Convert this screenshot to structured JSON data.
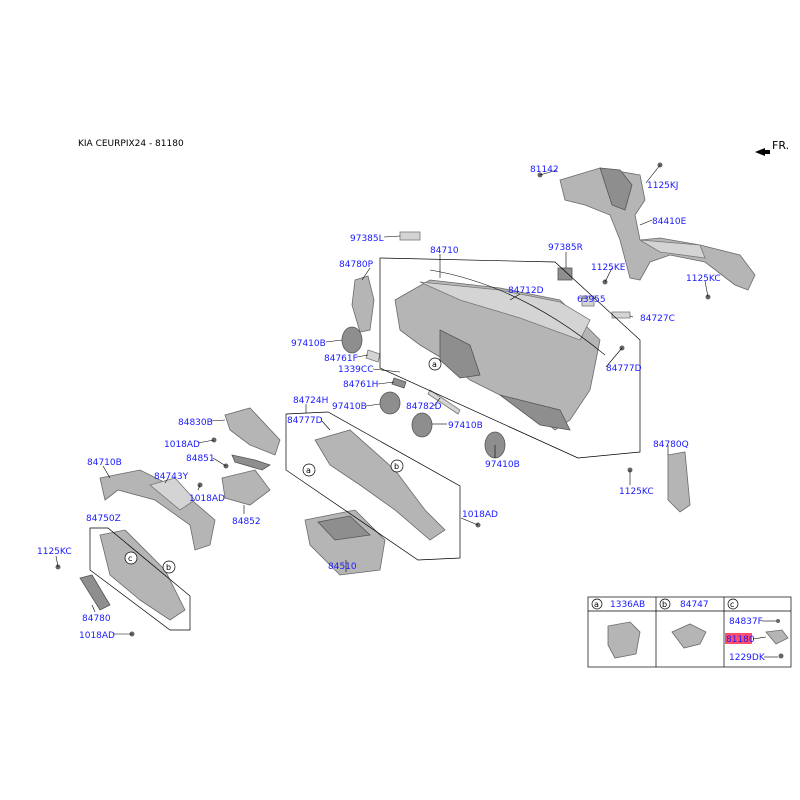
{
  "header": {
    "title": "KIA CEURPIX24 - 81180",
    "front_label": "FR."
  },
  "labels": {
    "p81142": "81142",
    "p1125KJ": "1125KJ",
    "p84410E": "84410E",
    "p1125KC_a": "1125KC",
    "p1125KE": "1125KE",
    "p97385R": "97385R",
    "p63955": "63955",
    "p84727C": "84727C",
    "p84777D_a": "84777D",
    "p97385L": "97385L",
    "p84710": "84710",
    "p84780P": "84780P",
    "p84712D": "84712D",
    "p97410B_a": "97410B",
    "p84761F": "84761F",
    "p1339CC": "1339CC",
    "p84761H": "84761H",
    "p97410B_b": "97410B",
    "p84782D": "84782D",
    "p97410B_c": "97410B",
    "p84724H": "84724H",
    "p84777D_b": "84777D",
    "p84830B": "84830B",
    "p1018AD_a": "1018AD",
    "p84851": "84851",
    "p97410B_d": "97410B",
    "p84780Q": "84780Q",
    "p1125KC_b": "1125KC",
    "p84710B": "84710B",
    "p84743Y": "84743Y",
    "p1018AD_b": "1018AD",
    "p84852": "84852",
    "p1018AD_c": "1018AD",
    "p84750Z": "84750Z",
    "p84510": "84510",
    "p1125KC_c": "1125KC",
    "p84780": "84780",
    "p1018AD_d": "1018AD"
  },
  "callouts": {
    "a": "a",
    "b": "b",
    "c": "c"
  },
  "legend": {
    "a_letter": "a",
    "a_part": "1336AB",
    "b_letter": "b",
    "b_part": "84747",
    "c_letter": "c",
    "c_part1": "84837F",
    "c_part2": "81180",
    "c_part3": "1229DK"
  },
  "colors": {
    "label": "#1a1aff",
    "highlight": "#ff4d6d"
  }
}
